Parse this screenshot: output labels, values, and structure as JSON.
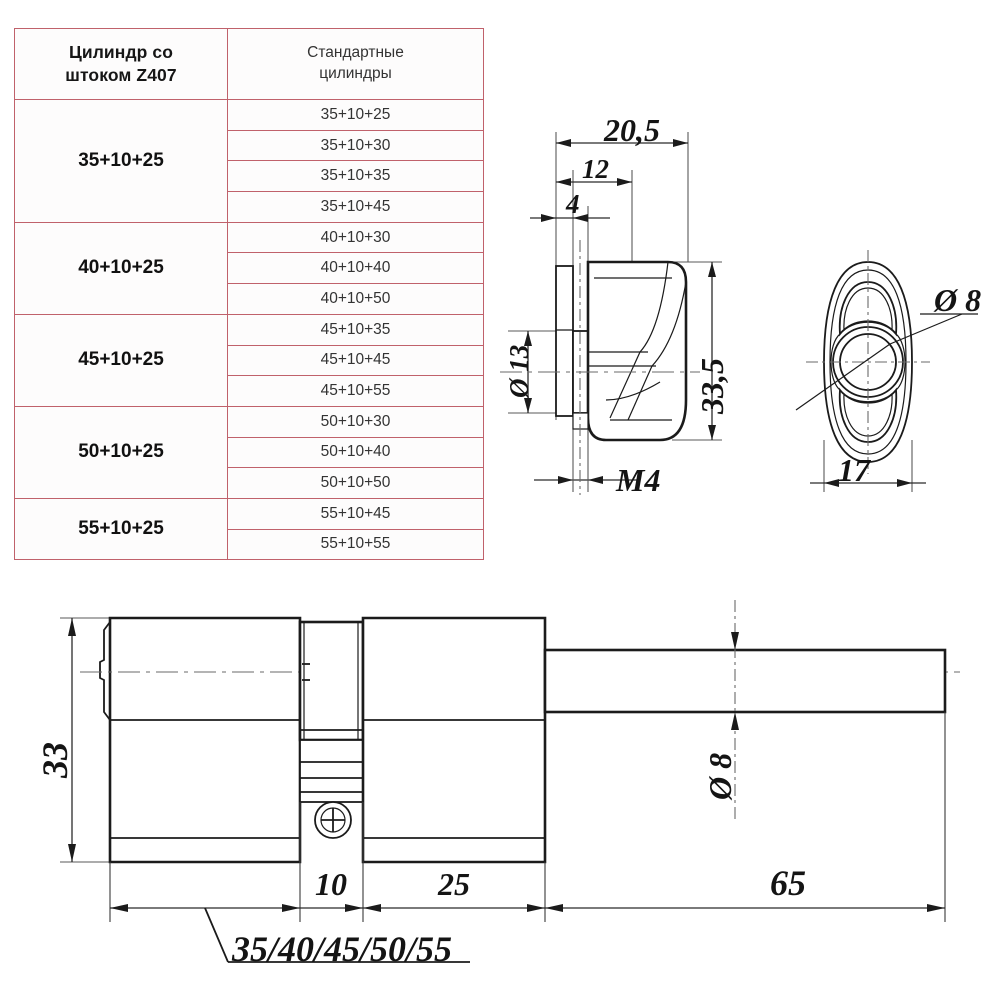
{
  "table": {
    "header": {
      "left": "Цилиндр со штоком Z407",
      "left_line1": "Цилиндр со",
      "left_line2": "штоком Z407",
      "right": "Стандартные цилиндры",
      "right_line1": "Стандартные",
      "right_line2": "цилиндры"
    },
    "border_color": "#c0616b",
    "groups": [
      {
        "label": "35+10+25",
        "standard": [
          "35+10+25",
          "35+10+30",
          "35+10+35",
          "35+10+45"
        ]
      },
      {
        "label": "40+10+25",
        "standard": [
          "40+10+30",
          "40+10+40",
          "40+10+50"
        ]
      },
      {
        "label": "45+10+25",
        "standard": [
          "45+10+35",
          "45+10+45",
          "45+10+55"
        ]
      },
      {
        "label": "50+10+25",
        "standard": [
          "50+10+30",
          "50+10+40",
          "50+10+50"
        ]
      },
      {
        "label": "55+10+25",
        "standard": [
          "55+10+45",
          "55+10+55"
        ]
      }
    ]
  },
  "thumbturn_side_view": {
    "dimensions": {
      "overall_length": "20,5",
      "collar_length": "12",
      "plate_thickness": "4",
      "shaft_diameter": "Ø 13",
      "knob_height": "33,5",
      "thread": "M4"
    }
  },
  "thumbturn_front_view": {
    "dimensions": {
      "hole_diameter": "Ø 8",
      "width": "17"
    }
  },
  "cylinder_view": {
    "dimensions": {
      "body_height": "33",
      "cam_width": "10",
      "right_section": "25",
      "rod_length": "65",
      "rod_diameter": "Ø 8",
      "left_section_options": "35/40/45/50/55"
    }
  }
}
